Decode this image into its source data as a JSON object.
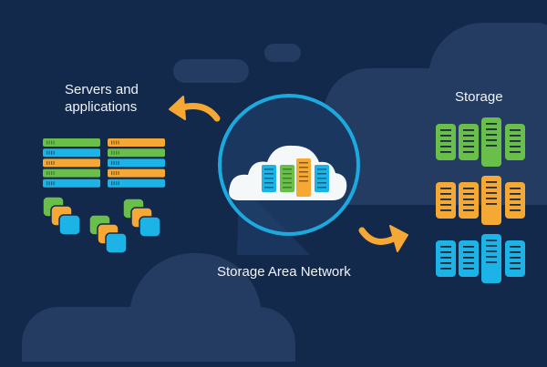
{
  "labels": {
    "servers": [
      "Servers and",
      "applications"
    ],
    "storage": "Storage",
    "san": "Storage Area Network"
  },
  "colors": {
    "background": "#13294b",
    "background_shape": "#243c61",
    "green": "#6abf4b",
    "orange": "#f5a934",
    "blue": "#1cb4e6",
    "ring": "#1ba9de",
    "cloud": "#f4f8f8",
    "arrow": "#f5a934",
    "text": "#eef3fb"
  },
  "server_racks": {
    "left_column": [
      "green",
      "blue",
      "orange",
      "green",
      "blue"
    ],
    "right_column": [
      "orange",
      "green",
      "blue",
      "orange",
      "blue"
    ]
  },
  "app_stacks": [
    [
      "green",
      "orange",
      "blue"
    ],
    [
      "green",
      "orange",
      "blue"
    ],
    [
      "green",
      "orange",
      "blue"
    ]
  ],
  "cloud_servers": [
    "blue",
    "green",
    "orange",
    "blue"
  ],
  "storage_rows": [
    "green",
    "orange",
    "blue"
  ],
  "arrows": [
    {
      "name": "arrow-to-servers",
      "direction": "left"
    },
    {
      "name": "arrow-to-storage",
      "direction": "right"
    }
  ]
}
